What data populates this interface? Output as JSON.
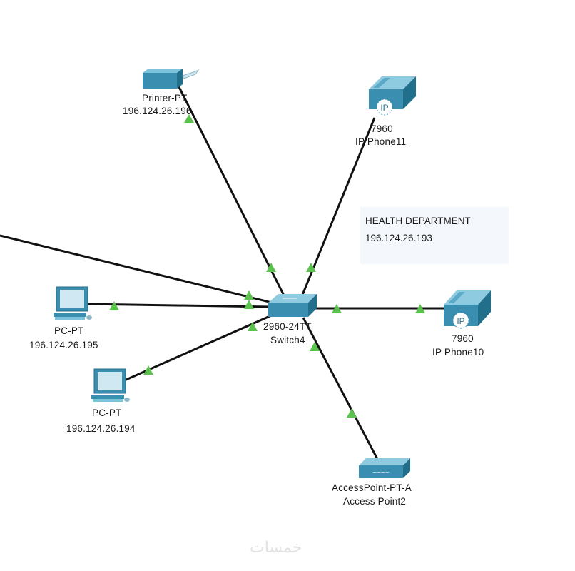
{
  "title": "Packet Tracer Topology - Health Department",
  "colors": {
    "link": "#111111",
    "link_indicator": "#5cc24e",
    "device_body": "#3a8fb0",
    "device_top": "#7cc3db",
    "device_dark": "#226f8c",
    "note_bg": "#f4f7fb"
  },
  "note": {
    "line1": "HEALTH DEPARTMENT",
    "line2": "196.124.26.193"
  },
  "devices": [
    {
      "id": "switch",
      "type": "switch-icon",
      "model": "2960-24TT",
      "name": "Switch4"
    },
    {
      "id": "printer",
      "type": "printer-icon",
      "model": "Printer-PT",
      "name": "196.124.26.196"
    },
    {
      "id": "phone11",
      "type": "ip-phone-icon",
      "model": "7960",
      "name": "IP Phone11"
    },
    {
      "id": "phone10",
      "type": "ip-phone-icon",
      "model": "7960",
      "name": "IP Phone10"
    },
    {
      "id": "pc195",
      "type": "pc-icon",
      "model": "PC-PT",
      "name": "196.124.26.195"
    },
    {
      "id": "pc194",
      "type": "pc-icon",
      "model": "PC-PT",
      "name": "196.124.26.194"
    },
    {
      "id": "ap2",
      "type": "access-point-icon",
      "model": "AccessPoint-PT-A",
      "name": "Access Point2"
    }
  ],
  "links": [
    {
      "from": "switch",
      "to": "printer"
    },
    {
      "from": "switch",
      "to": "phone11"
    },
    {
      "from": "switch",
      "to": "phone10"
    },
    {
      "from": "switch",
      "to": "pc195"
    },
    {
      "from": "switch",
      "to": "pc194"
    },
    {
      "from": "switch",
      "to": "ap2"
    },
    {
      "from": "switch",
      "to": "offscreen-left"
    }
  ],
  "ip_badge": "IP",
  "watermark": "خمسات"
}
